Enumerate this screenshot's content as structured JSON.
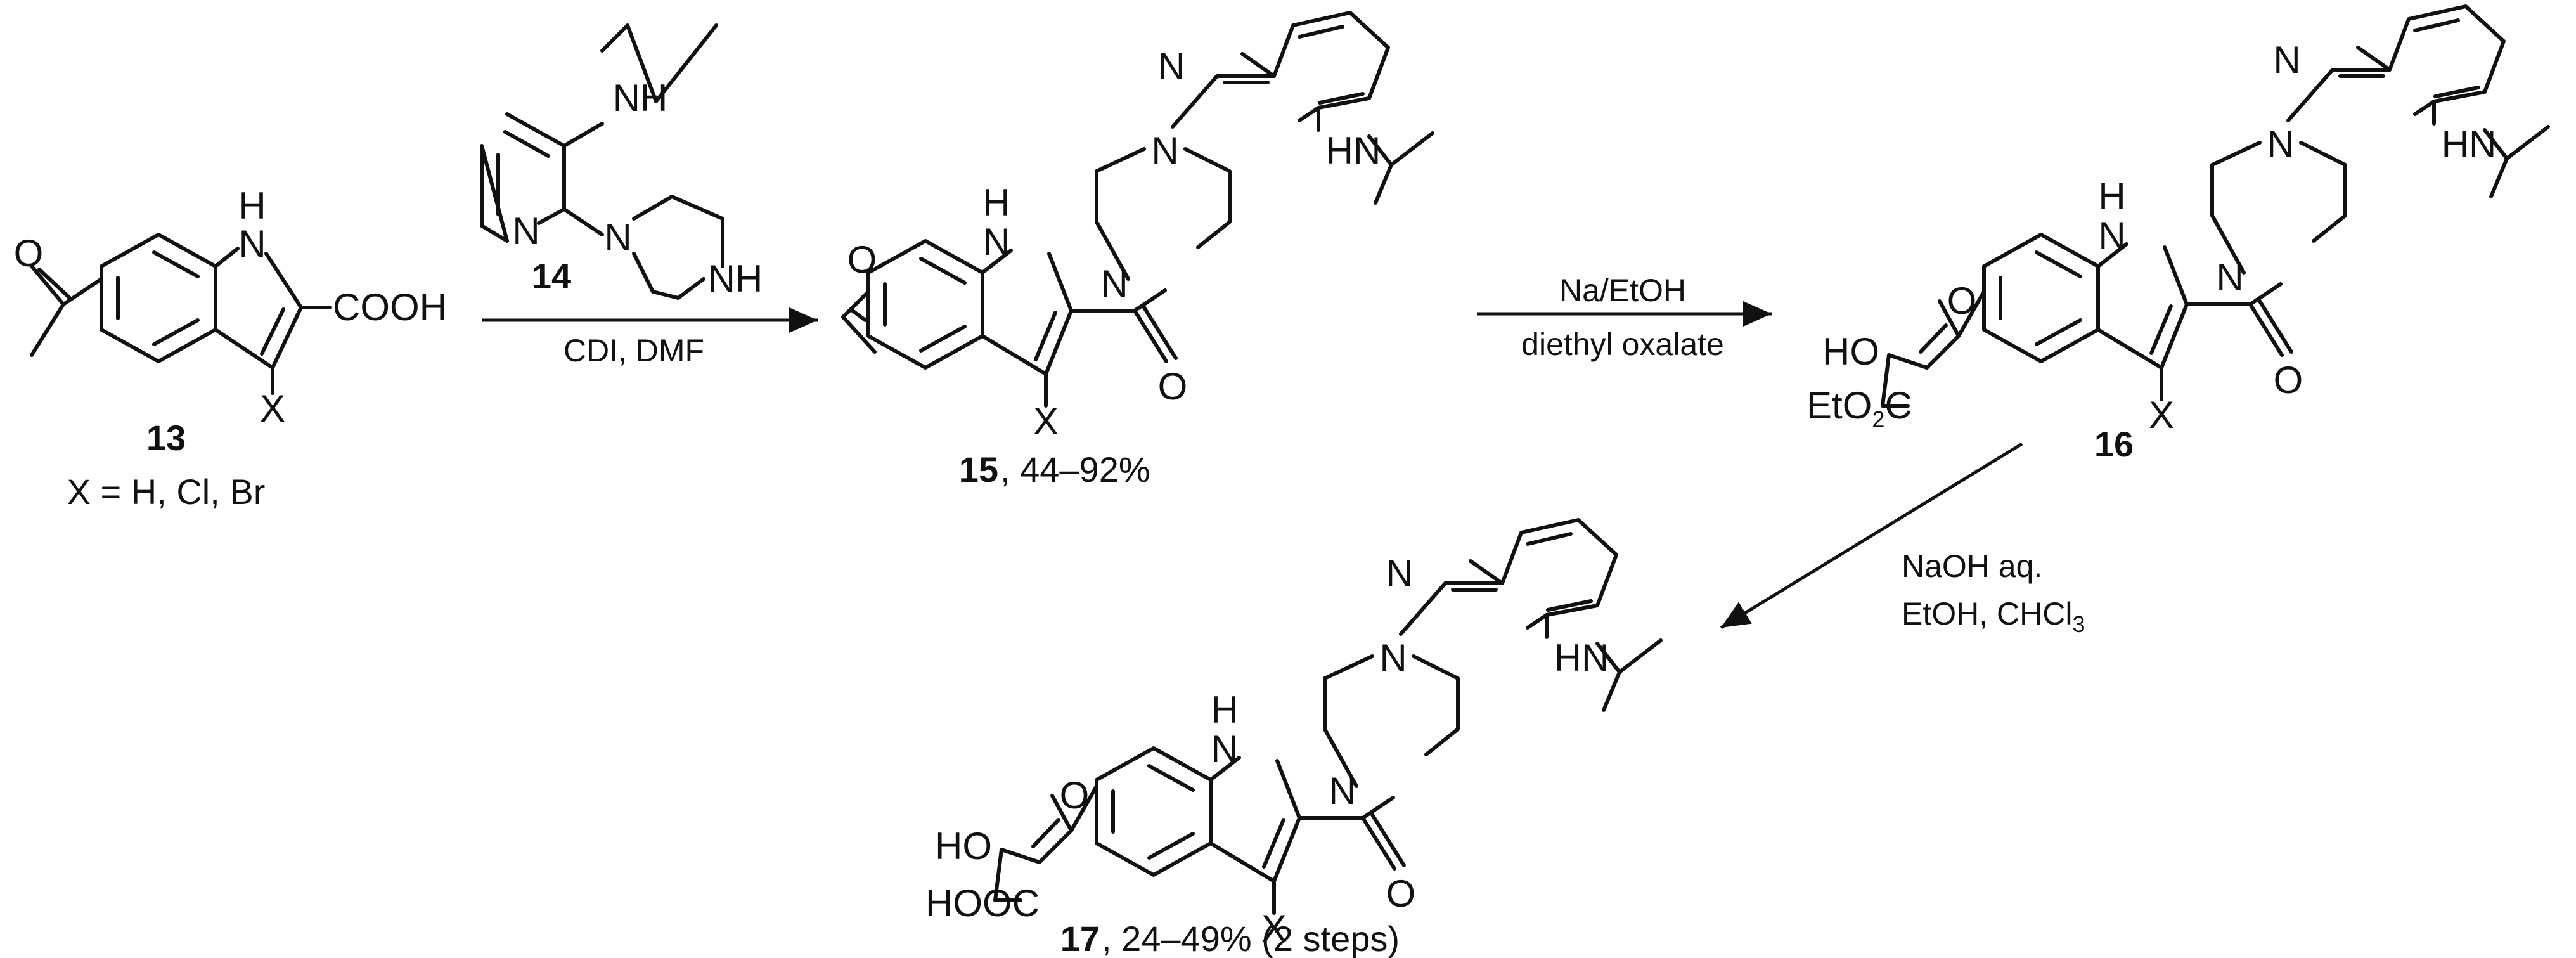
{
  "scheme": {
    "compounds": {
      "c13": {
        "number": "13",
        "note": "X = H, Cl, Br",
        "cooh_label": "COOH",
        "x_label": "X",
        "nh_label": "H"
      },
      "c14": {
        "number": "14",
        "nh_top": "NH",
        "n_ring": "N",
        "n_pip": "N",
        "nh_pip": "NH"
      },
      "c15": {
        "number": "15",
        "yield": ", 44–92%",
        "x_label": "X"
      },
      "c16": {
        "number": "16",
        "ester_prefix": "EtO",
        "ester_sub": "2",
        "ester_suffix": "C",
        "ho": "HO",
        "x_label": "X"
      },
      "c17": {
        "number": "17",
        "yield": ", 24–49% (2 steps)",
        "hooc": "HOOC",
        "ho": "HO",
        "x_label": "X"
      }
    },
    "atoms": {
      "O": "O",
      "N": "N",
      "H": "H",
      "HN": "HN"
    },
    "conditions": {
      "step1_below": "CDI, DMF",
      "step2_above": "Na/EtOH",
      "step2_below": "diethyl oxalate",
      "step3_line1": "NaOH aq.",
      "step3_line2_prefix": "EtOH, CHCl",
      "step3_line2_sub": "3"
    }
  }
}
